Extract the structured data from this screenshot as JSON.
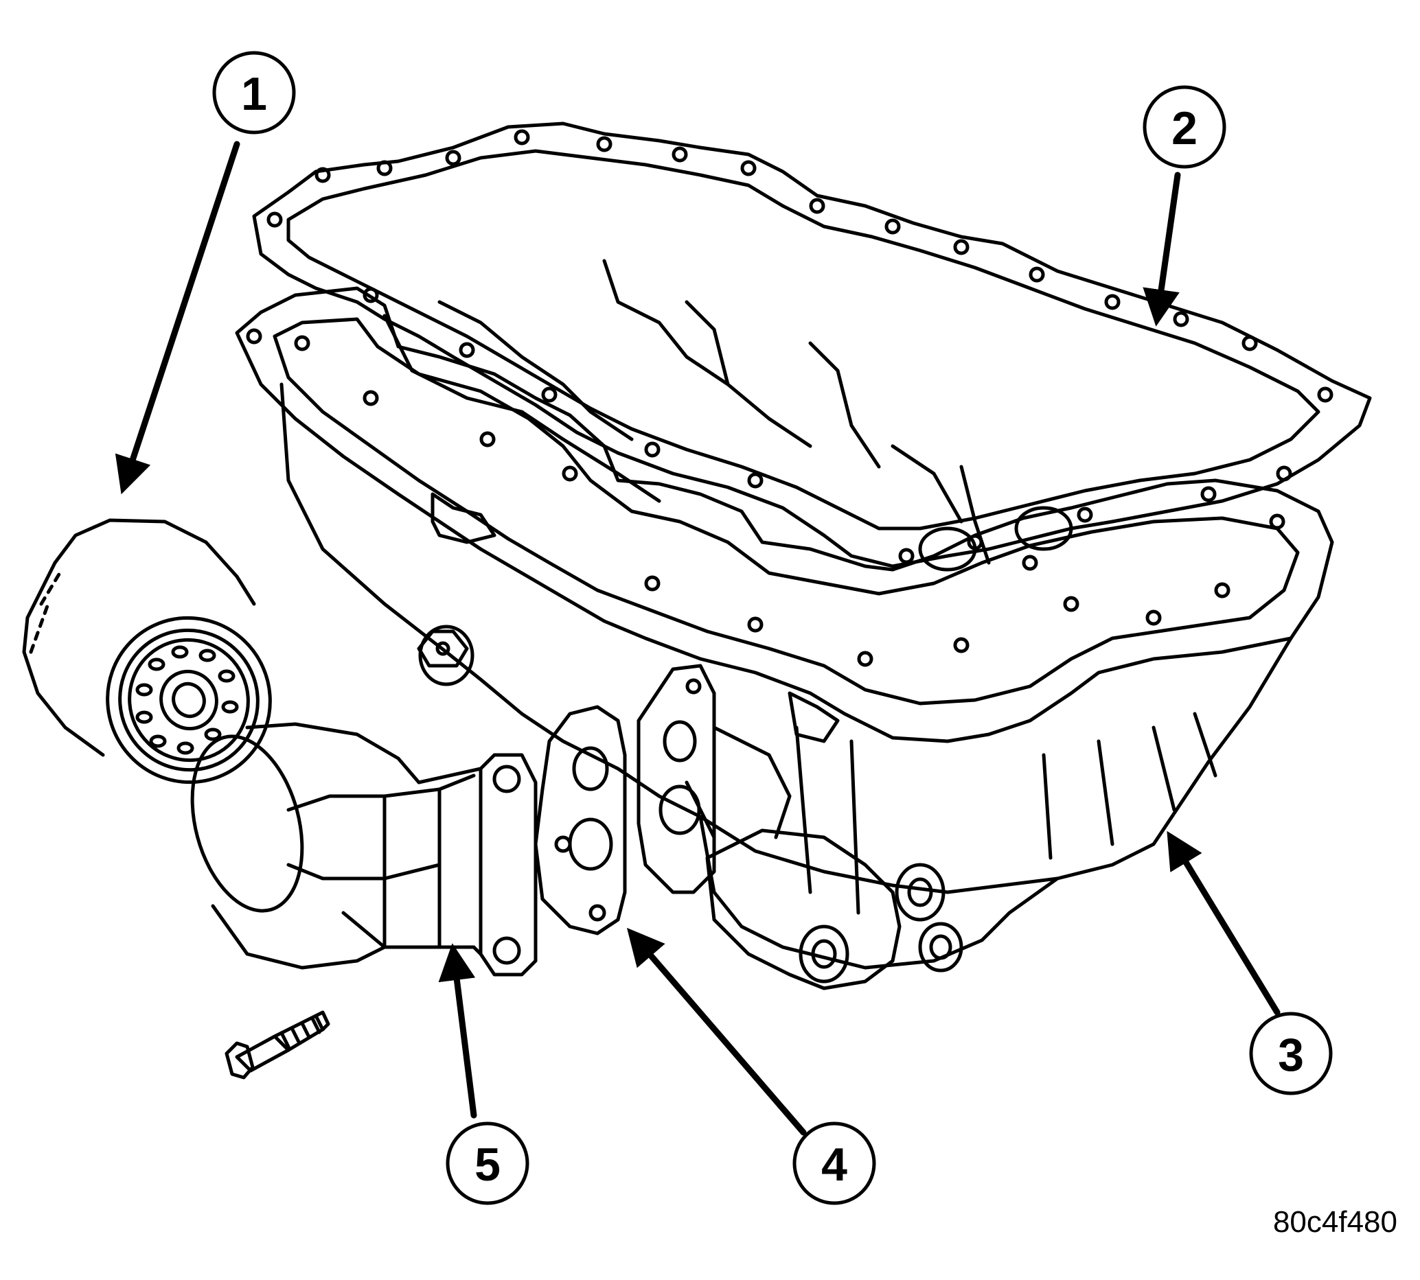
{
  "callouts": [
    {
      "id": "1",
      "label": "1"
    },
    {
      "id": "2",
      "label": "2"
    },
    {
      "id": "3",
      "label": "3"
    },
    {
      "id": "4",
      "label": "4"
    },
    {
      "id": "5",
      "label": "5"
    }
  ],
  "figure_id": "80c4f480",
  "colors": {
    "ink": "#000000",
    "paper": "#ffffff"
  }
}
